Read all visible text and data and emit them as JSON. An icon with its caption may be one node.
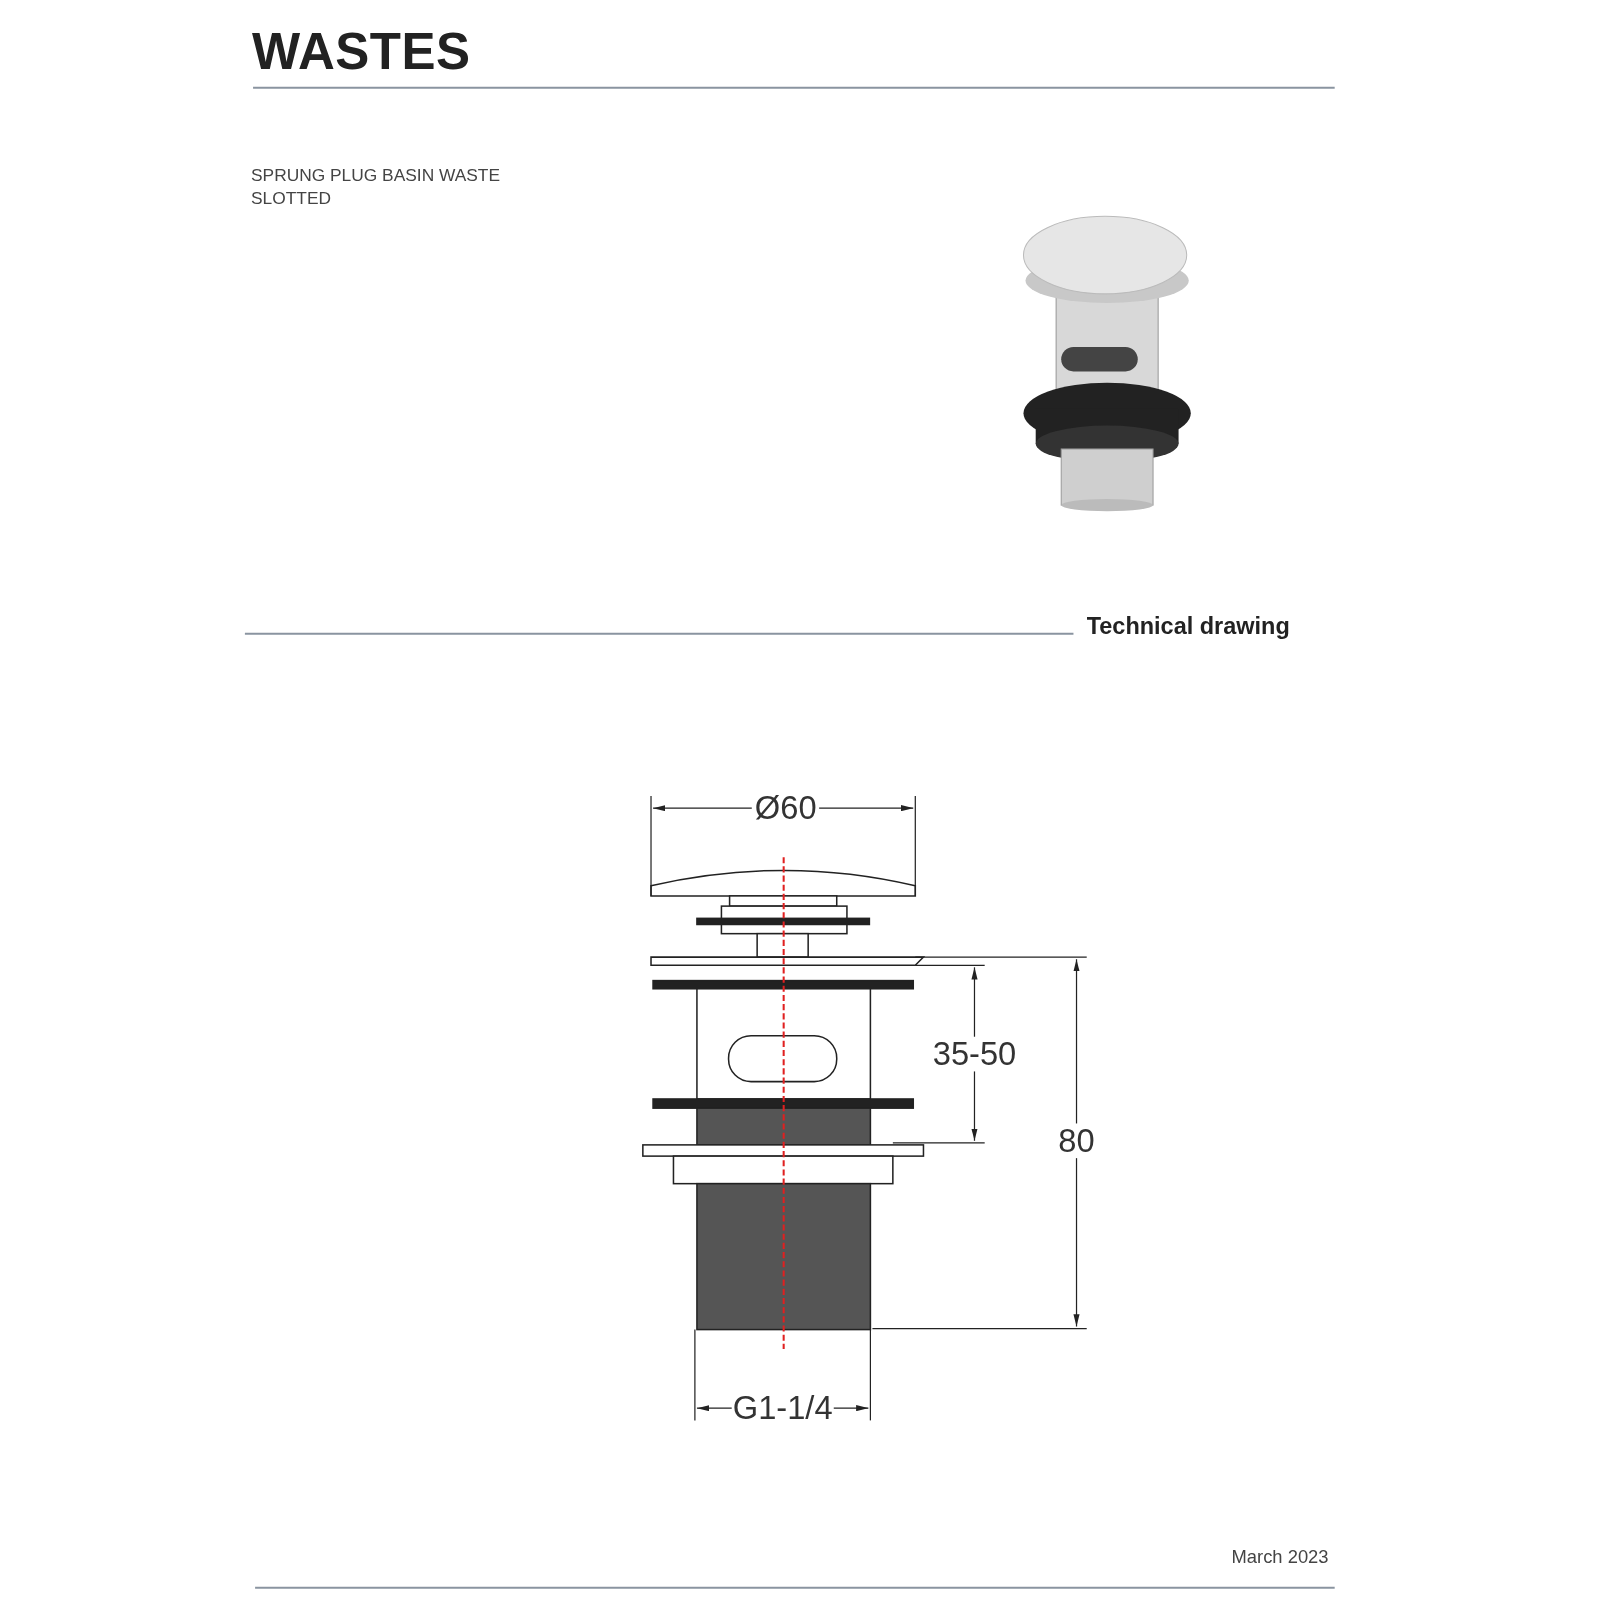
{
  "diagram": {
    "title": "WASTES",
    "labels": [
      "SPRUNG PLUG BASIN WASTE SLOTTED",
      "Technical drawing",
      "Ø60",
      "35-50",
      "80",
      "G1-1/4",
      "March 2023"
    ]
  }
}
